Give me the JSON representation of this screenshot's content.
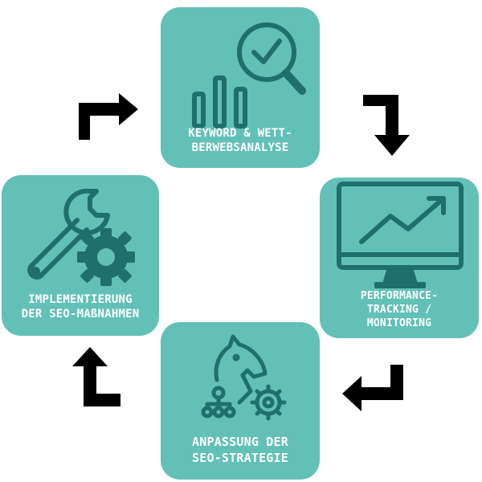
{
  "colors": {
    "card_background": "#62c0b7",
    "icon_stroke": "#1f6f6c",
    "label_text": "#ffffff",
    "arrow": "#000000"
  },
  "cards": {
    "keyword": {
      "icon": "magnifier-bar-chart-icon",
      "lines": [
        "KEYWORD & WETT-",
        "BERWEBSANALYSE"
      ]
    },
    "performance": {
      "icon": "monitor-trend-icon",
      "lines": [
        "PERFORMANCE-",
        "TRACKING /",
        "MONITORING"
      ]
    },
    "strategy": {
      "icon": "chess-knight-gear-icon",
      "lines": [
        "ANPASSUNG DER",
        "SEO-STRATEGIE"
      ]
    },
    "implementation": {
      "icon": "wrench-gear-icon",
      "lines": [
        "IMPLEMENTIERUNG",
        "DER SEO-MAßNAHMEN"
      ]
    }
  },
  "arrows": {
    "top_left": "arrow-right-icon",
    "top_right": "arrow-down-icon",
    "bottom_right": "arrow-left-icon",
    "bottom_left": "arrow-up-icon"
  }
}
